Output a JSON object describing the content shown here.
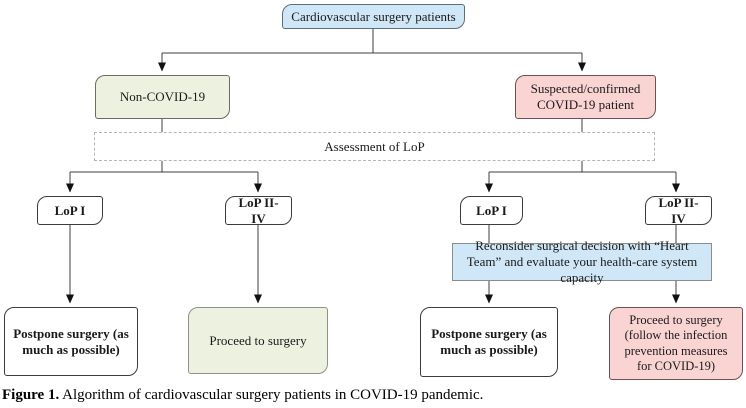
{
  "diagram": {
    "nodes": {
      "root": {
        "label": "Cardiovascular surgery patients"
      },
      "non_covid": {
        "label": "Non-COVID-19"
      },
      "covid": {
        "label": "Suspected/confirmed COVID-19 patient"
      },
      "assessment": {
        "label": "Assessment of LoP"
      },
      "lop1_left": {
        "label": "LoP I"
      },
      "lop24_left": {
        "label": "LoP II-IV"
      },
      "lop1_right": {
        "label": "LoP I"
      },
      "lop24_right": {
        "label": "LoP II-IV"
      },
      "reconsider": {
        "label": "Reconsider surgical decision with “Heart Team” and evaluate your health-care system capacity"
      },
      "postpone_left": {
        "label": "Postpone surgery (as much as possible)"
      },
      "proceed_left": {
        "label": "Proceed to surgery"
      },
      "postpone_right": {
        "label": "Postpone surgery (as much as possible)"
      },
      "proceed_right": {
        "label": "Proceed to surgery (follow the infection prevention measures for COVID-19)"
      }
    },
    "colors": {
      "blue_fill": "#cfe7f6",
      "green_fill": "#edf2e0",
      "pink_fill": "#f9d4d3",
      "white_fill": "#ffffff",
      "line": "#3f3f3f"
    },
    "caption": {
      "prefix": "Figure 1.",
      "text": " Algorithm of cardiovascular surgery patients in COVID-19 pandemic."
    }
  }
}
